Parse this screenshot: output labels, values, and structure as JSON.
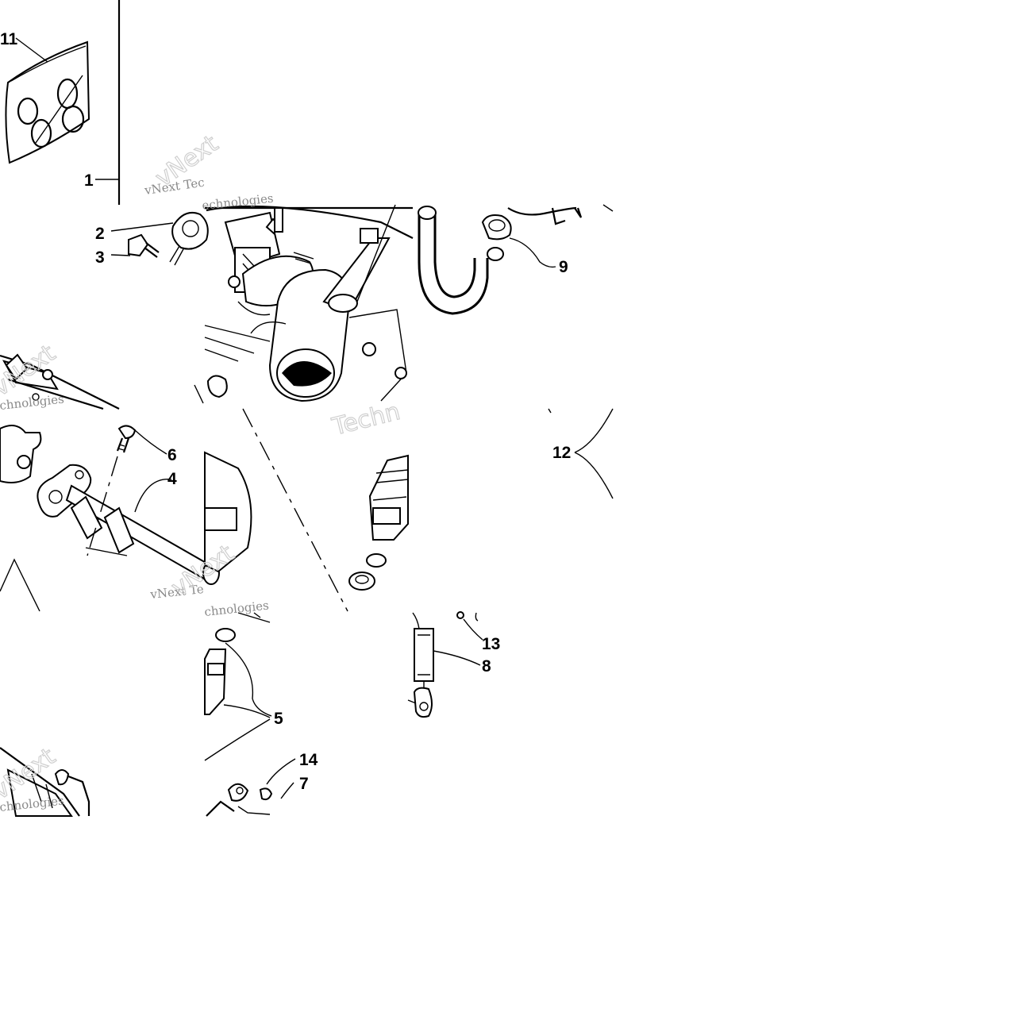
{
  "diagram": {
    "callouts": [
      "1",
      "2",
      "3",
      "4",
      "5",
      "6",
      "7",
      "8",
      "9",
      "11",
      "12",
      "13",
      "14"
    ],
    "watermark": {
      "line1": "vNext Tec",
      "line2": "echnologies",
      "line3": "Techn",
      "line4": "vNext Te",
      "line5": "chnologies",
      "line6": "vNext"
    },
    "colors": {
      "ink": "#000000",
      "background": "#ffffff",
      "watermark": "#8a8a8a"
    }
  }
}
